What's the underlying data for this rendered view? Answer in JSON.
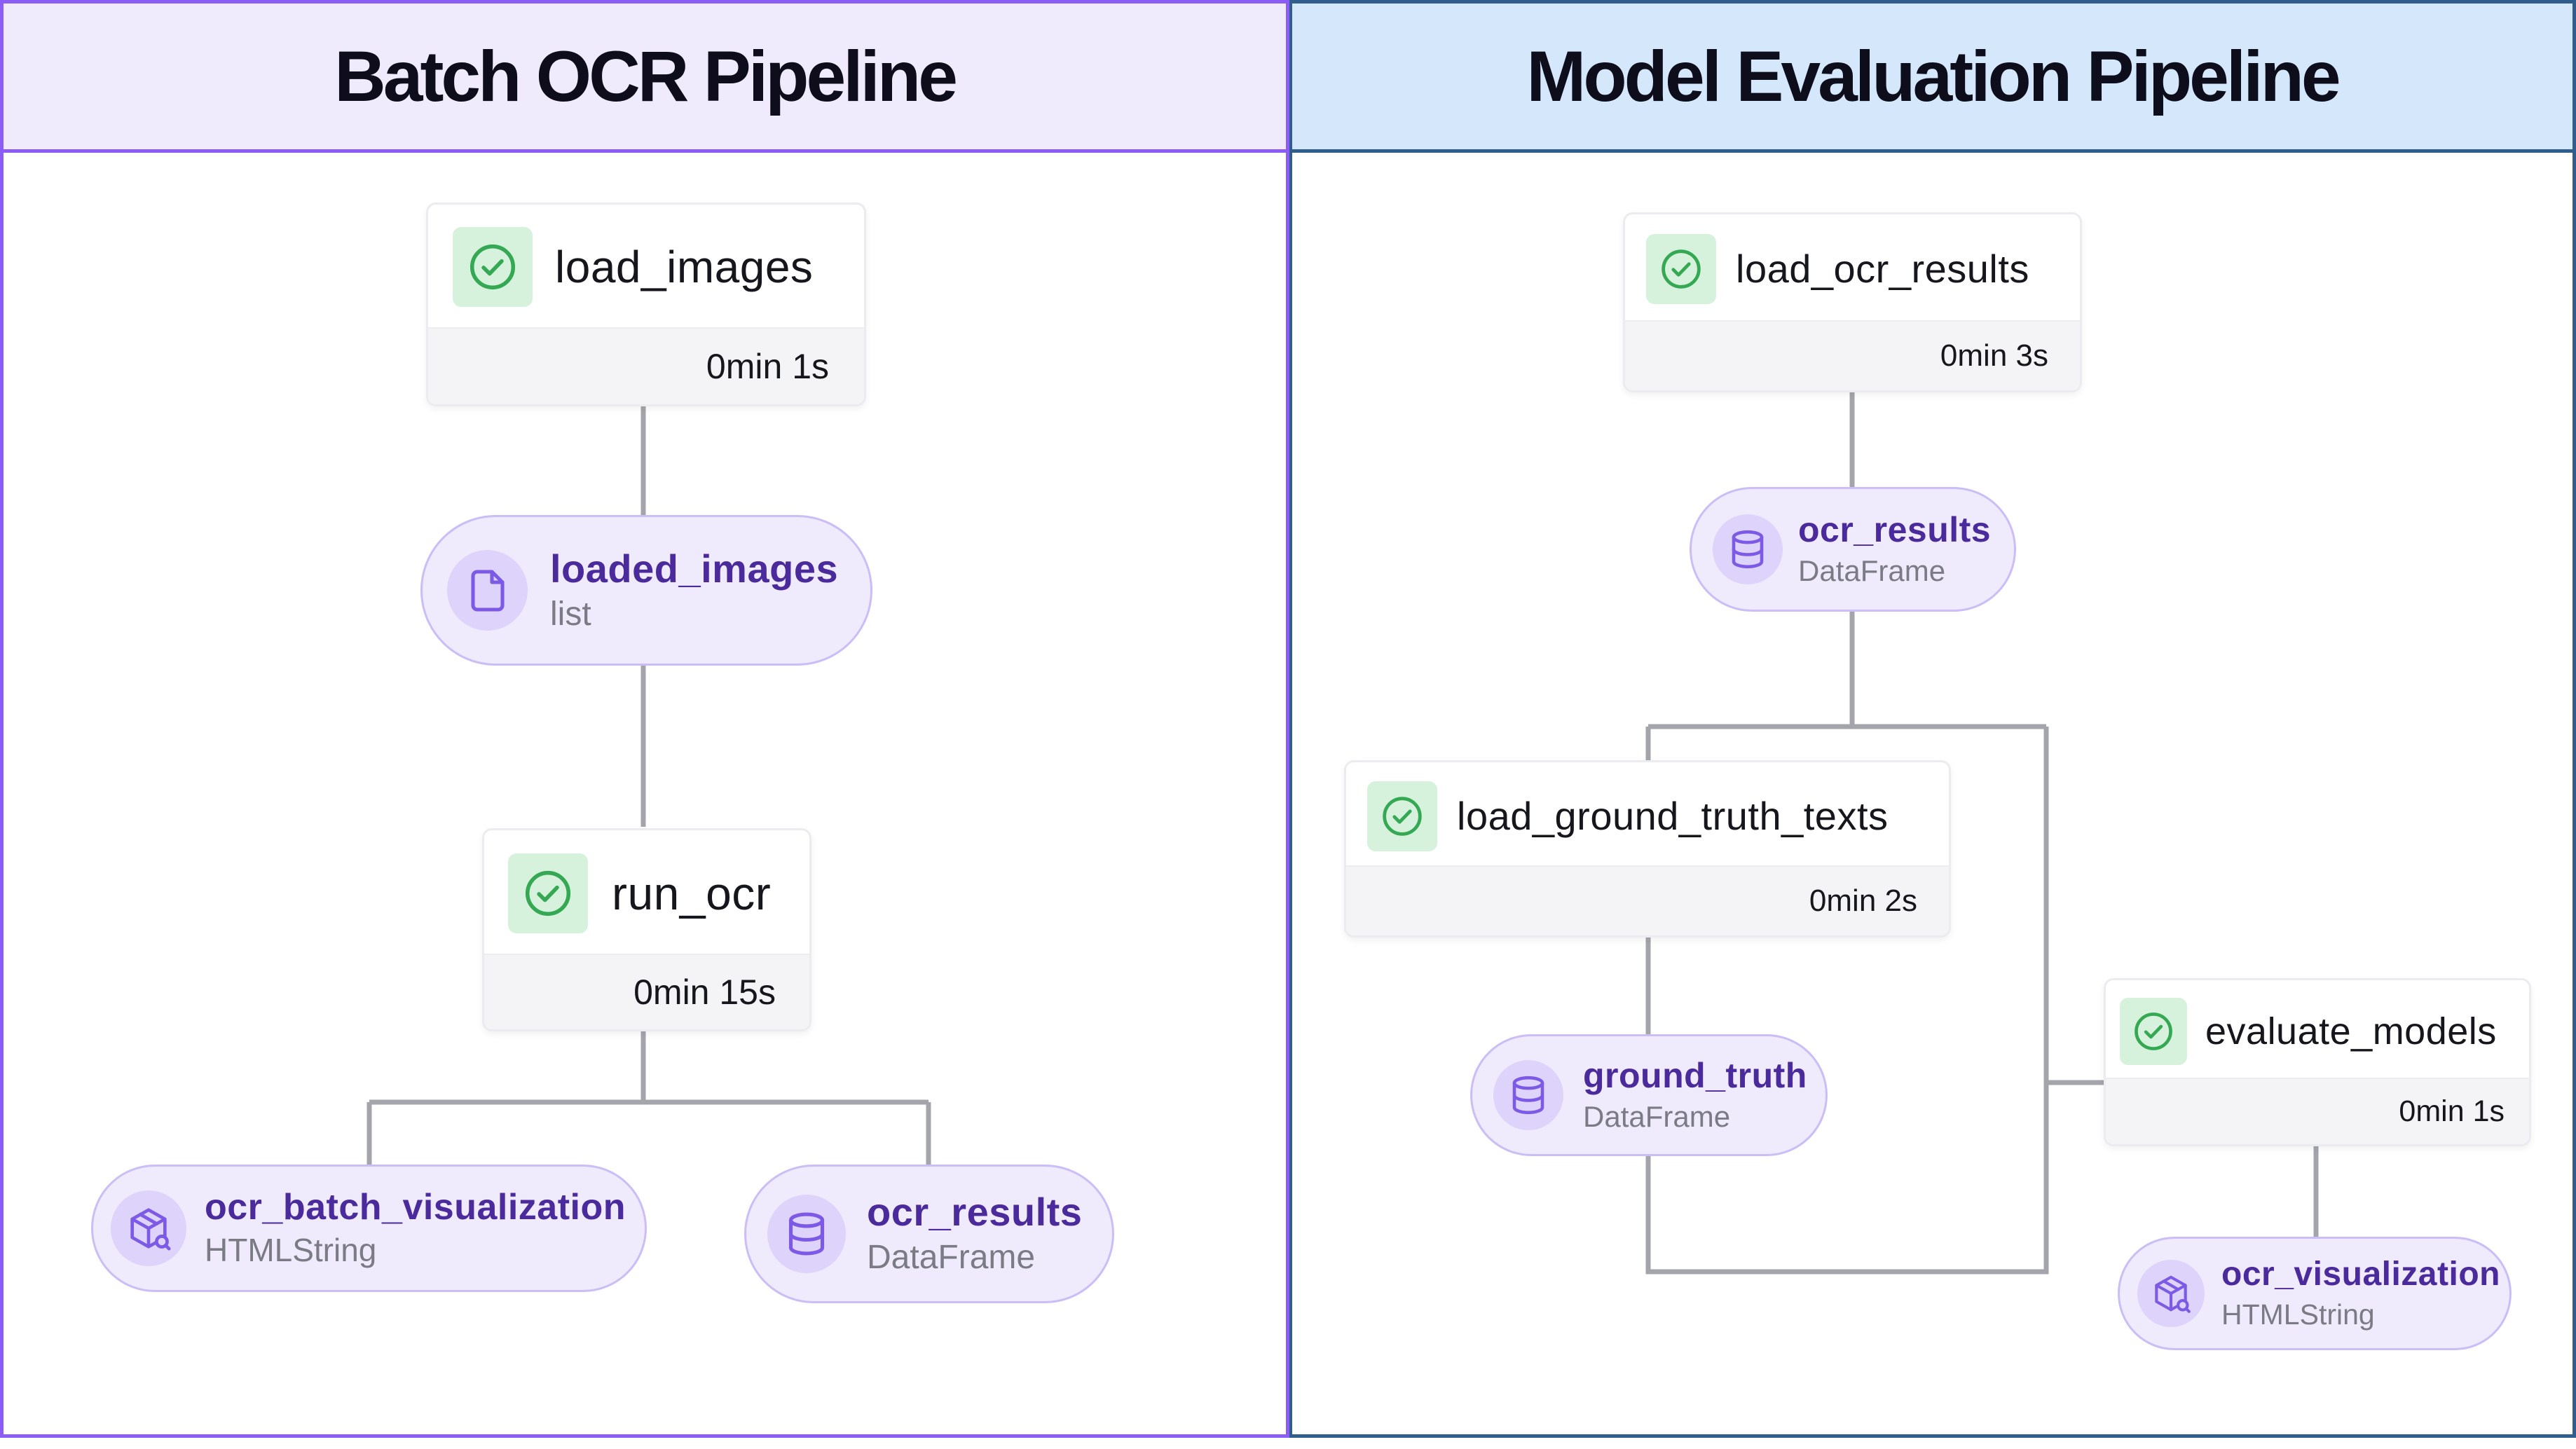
{
  "panels": {
    "left": {
      "title": "Batch OCR Pipeline",
      "steps": {
        "load_images": {
          "name": "load_images",
          "duration": "0min 1s",
          "status": "completed"
        },
        "run_ocr": {
          "name": "run_ocr",
          "duration": "0min 15s",
          "status": "completed"
        }
      },
      "artifacts": {
        "loaded_images": {
          "name": "loaded_images",
          "type": "list",
          "icon": "file-icon"
        },
        "ocr_batch_visualization": {
          "name": "ocr_batch_visualization",
          "type": "HTMLString",
          "icon": "package-search-icon"
        },
        "ocr_results": {
          "name": "ocr_results",
          "type": "DataFrame",
          "icon": "database-icon"
        }
      }
    },
    "right": {
      "title": "Model Evaluation Pipeline",
      "steps": {
        "load_ocr_results": {
          "name": "load_ocr_results",
          "duration": "0min 3s",
          "status": "completed"
        },
        "load_ground_truth_texts": {
          "name": "load_ground_truth_texts",
          "duration": "0min 2s",
          "status": "completed"
        },
        "evaluate_models": {
          "name": "evaluate_models",
          "duration": "0min 1s",
          "status": "completed"
        }
      },
      "artifacts": {
        "ocr_results": {
          "name": "ocr_results",
          "type": "DataFrame",
          "icon": "database-icon"
        },
        "ground_truth": {
          "name": "ground_truth",
          "type": "DataFrame",
          "icon": "database-icon"
        },
        "ocr_visualization": {
          "name": "ocr_visualization",
          "type": "HTMLString",
          "icon": "package-search-icon"
        }
      }
    }
  },
  "colors": {
    "left_border": "#8b5cf6",
    "left_header_bg": "#efebfc",
    "right_border": "#2f5d8c",
    "right_header_bg": "#d4e7fb",
    "artifact_bg": "#efebfc",
    "artifact_text": "#4b2a9c",
    "status_ok": "#34a853",
    "edge": "#a3a5ab"
  }
}
